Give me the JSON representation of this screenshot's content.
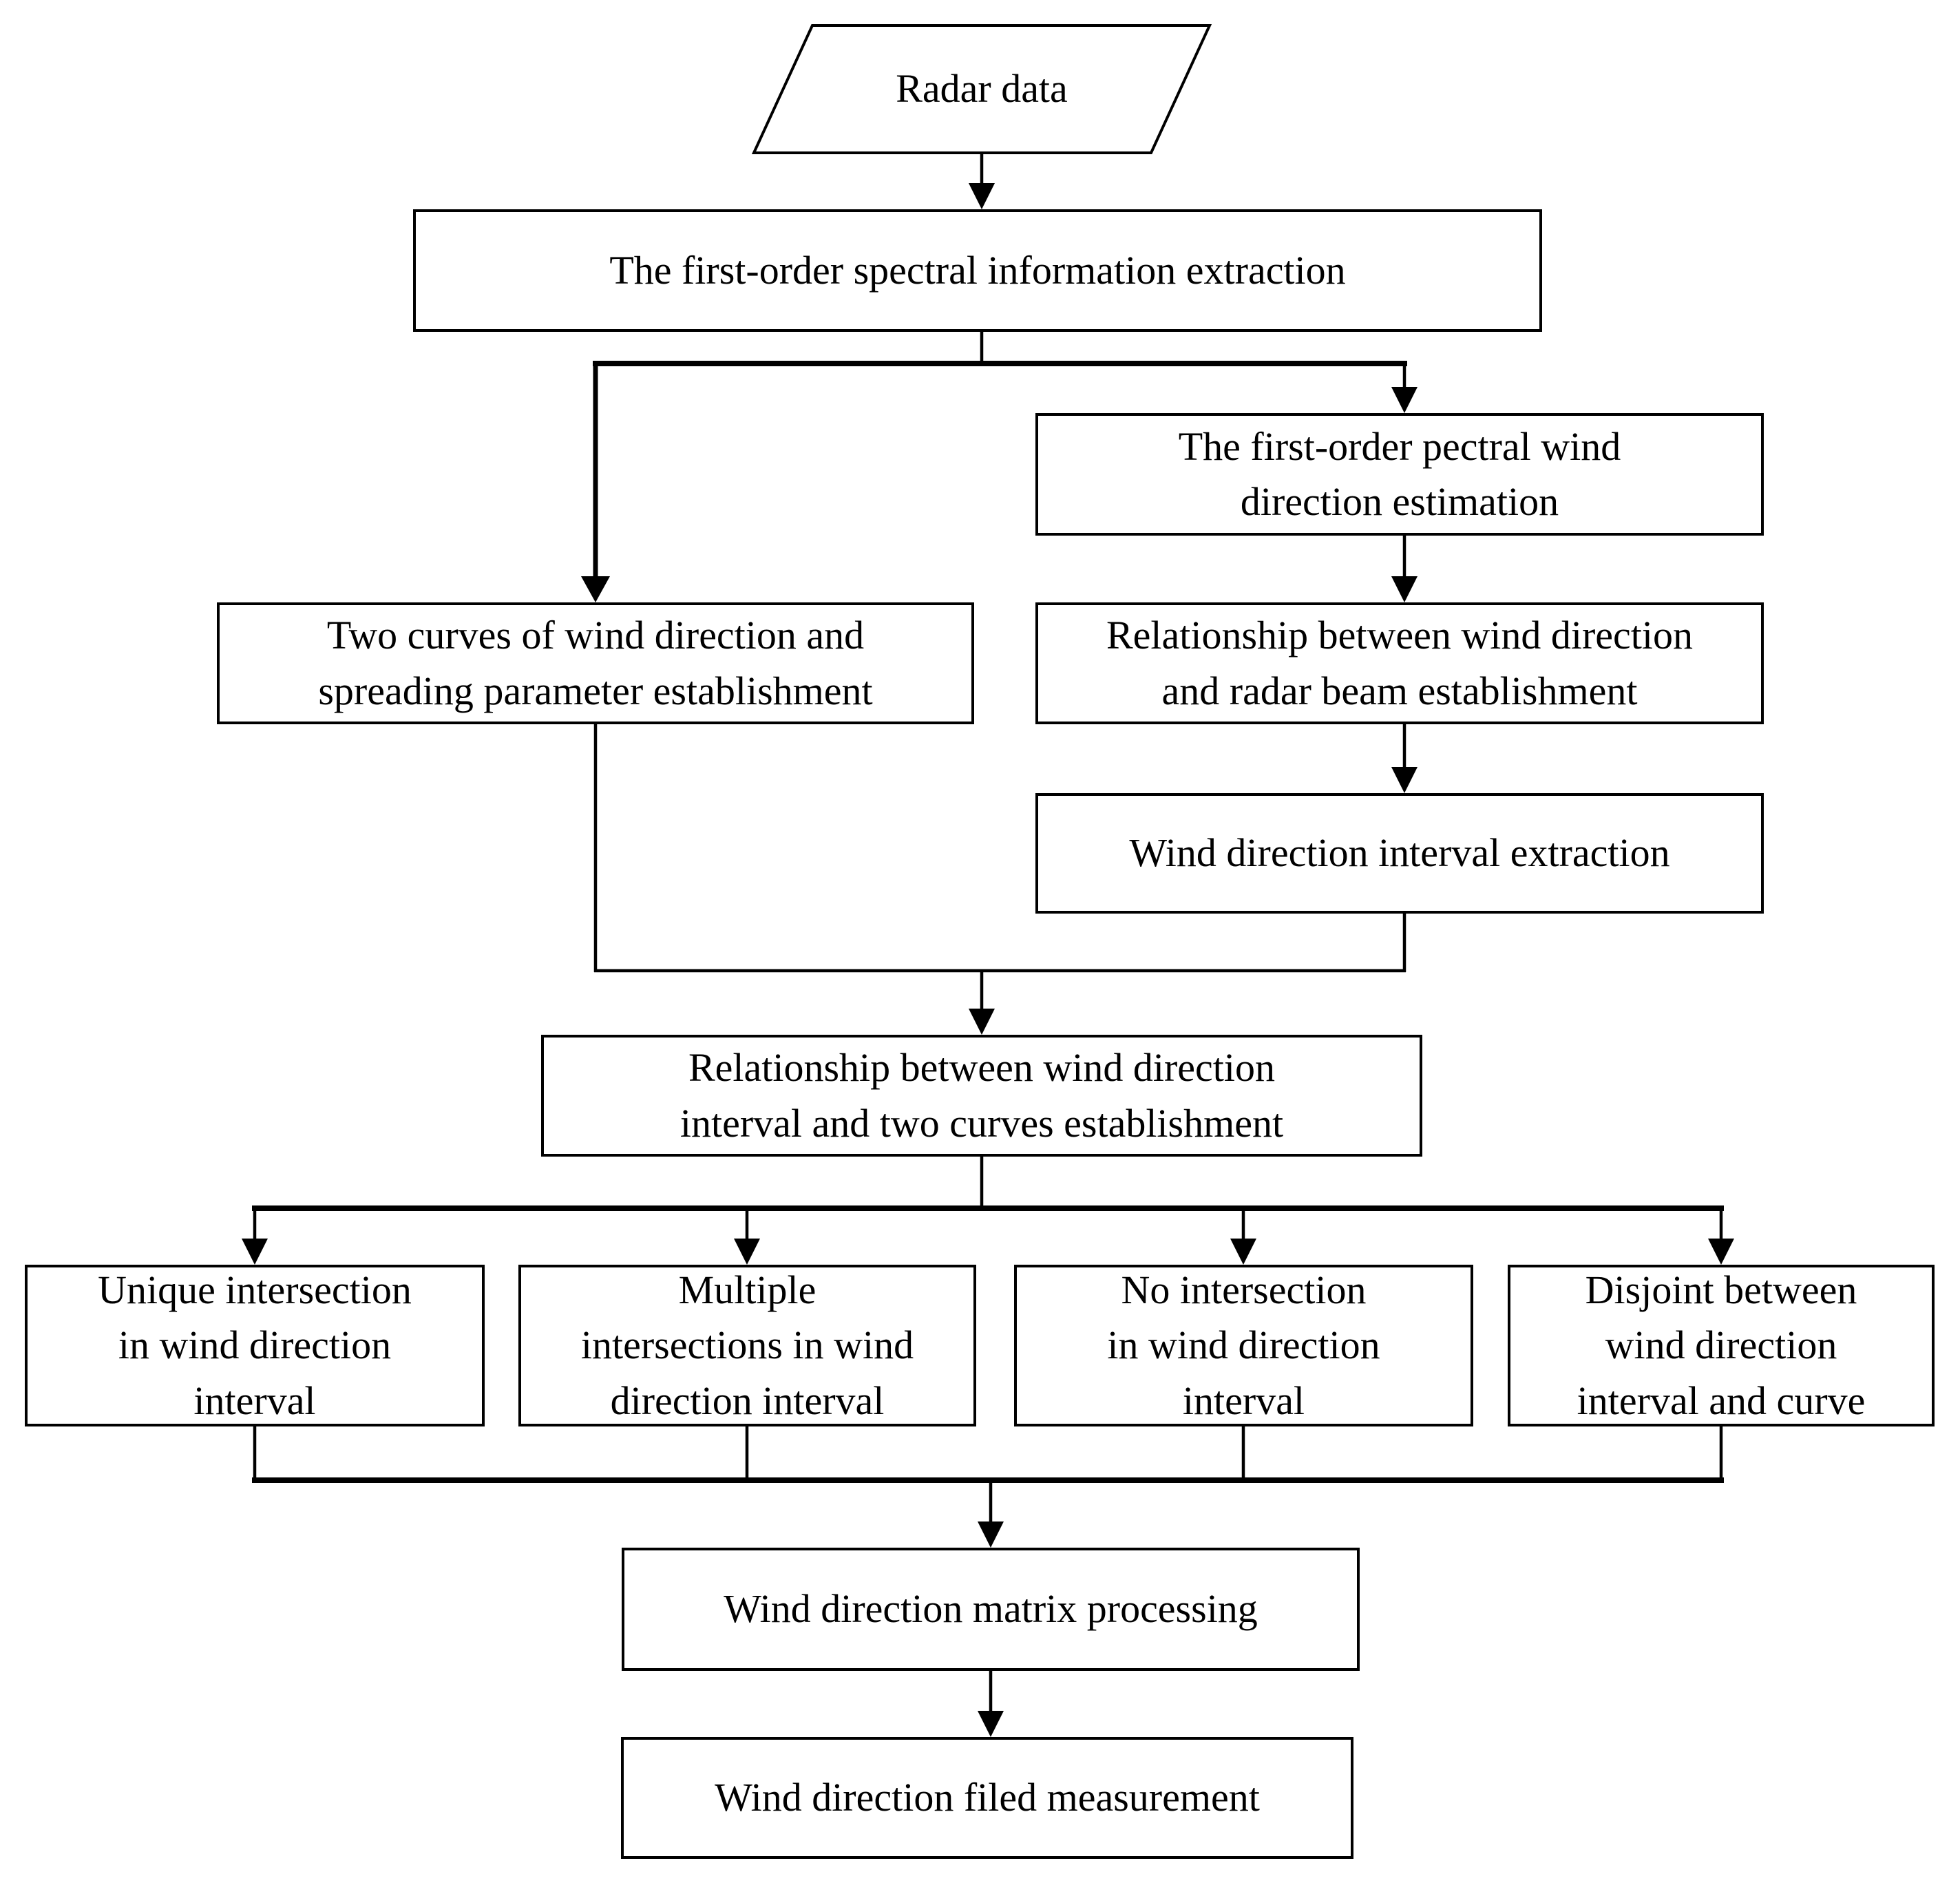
{
  "styles": {
    "line_color": "#000000",
    "background_color": "#ffffff",
    "text_color": "#000000"
  },
  "diagram": {
    "type": "flowchart",
    "nodes": {
      "radar_data": {
        "label": "Radar data",
        "shape": "parallelogram"
      },
      "spectral_extraction": {
        "label": "The first-order spectral information extraction",
        "shape": "rect"
      },
      "pectral_wind_estimation": {
        "label": "The first-order pectral wind\ndirection estimation",
        "shape": "rect"
      },
      "two_curves": {
        "label": "Two curves of  wind direction and\nspreading parameter establishment",
        "shape": "rect"
      },
      "wind_radar_beam": {
        "label": "Relationship between wind direction\nand radar beam establishment",
        "shape": "rect"
      },
      "interval_extraction": {
        "label": "Wind direction interval  extraction",
        "shape": "rect"
      },
      "interval_two_curves": {
        "label": "Relationship between wind direction\ninterval and two curves  establishment",
        "shape": "rect"
      },
      "unique_intersection": {
        "label": "Unique intersection\nin wind direction\ninterval",
        "shape": "rect"
      },
      "multiple_intersections": {
        "label": "Multiple\nintersections in wind\ndirection interval",
        "shape": "rect"
      },
      "no_intersection": {
        "label": "No intersection\nin wind direction\ninterval",
        "shape": "rect"
      },
      "disjoint": {
        "label": "Disjoint between\nwind direction\ninterval and curve",
        "shape": "rect"
      },
      "matrix_processing": {
        "label": "Wind direction matrix processing",
        "shape": "rect"
      },
      "filed_measurement": {
        "label": "Wind direction filed measurement",
        "shape": "rect"
      }
    },
    "edges": [
      {
        "from": "radar_data",
        "to": "spectral_extraction"
      },
      {
        "from": "spectral_extraction",
        "to": "two_curves"
      },
      {
        "from": "spectral_extraction",
        "to": "pectral_wind_estimation"
      },
      {
        "from": "pectral_wind_estimation",
        "to": "wind_radar_beam"
      },
      {
        "from": "wind_radar_beam",
        "to": "interval_extraction"
      },
      {
        "from": "two_curves",
        "to": "interval_two_curves"
      },
      {
        "from": "interval_extraction",
        "to": "interval_two_curves"
      },
      {
        "from": "interval_two_curves",
        "to": "unique_intersection"
      },
      {
        "from": "interval_two_curves",
        "to": "multiple_intersections"
      },
      {
        "from": "interval_two_curves",
        "to": "no_intersection"
      },
      {
        "from": "interval_two_curves",
        "to": "disjoint"
      },
      {
        "from": "unique_intersection",
        "to": "matrix_processing"
      },
      {
        "from": "multiple_intersections",
        "to": "matrix_processing"
      },
      {
        "from": "no_intersection",
        "to": "matrix_processing"
      },
      {
        "from": "disjoint",
        "to": "matrix_processing"
      },
      {
        "from": "matrix_processing",
        "to": "filed_measurement"
      }
    ]
  }
}
